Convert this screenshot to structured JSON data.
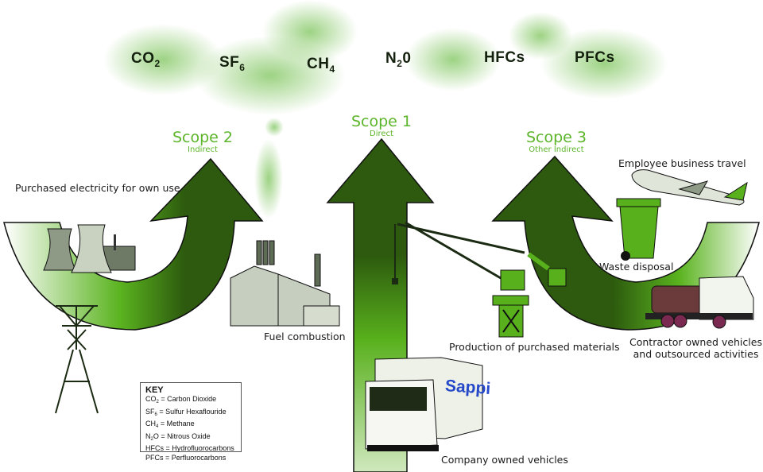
{
  "gases": [
    {
      "base": "CO",
      "sub": "2",
      "after": ""
    },
    {
      "base": "SF",
      "sub": "6",
      "after": ""
    },
    {
      "base": "CH",
      "sub": "4",
      "after": ""
    },
    {
      "base": "N",
      "sub": "2",
      "after": "0"
    },
    {
      "base": "HFCs",
      "sub": "",
      "after": ""
    },
    {
      "base": "PFCs",
      "sub": "",
      "after": ""
    }
  ],
  "scopes": [
    {
      "title": "Scope 2",
      "subtitle": "Indirect"
    },
    {
      "title": "Scope 1",
      "subtitle": "Direct"
    },
    {
      "title": "Scope 3",
      "subtitle": "Other Indirect"
    }
  ],
  "labels": {
    "purchased_electricity": "Purchased electricity for own use",
    "fuel_combustion": "Fuel combustion",
    "company_vehicles": "Company owned vehicles",
    "production_materials": "Production of purchased materials",
    "employee_travel": "Employee business travel",
    "waste_disposal": "Waste disposal",
    "contractor_line1": "Contractor owned vehicles",
    "contractor_line2": "and outsourced activities"
  },
  "truck_brand": "Sappi",
  "key": {
    "title": "KEY",
    "items": [
      {
        "base": "CO",
        "sub": "2",
        "after": "",
        "meaning": " = Carbon Dioxide"
      },
      {
        "base": "SF",
        "sub": "6",
        "after": "",
        "meaning": " = Sulfur Hexaflouride"
      },
      {
        "base": "CH",
        "sub": "4",
        "after": "",
        "meaning": " = Methane"
      },
      {
        "base": "N",
        "sub": "2",
        "after": "O",
        "meaning": " = Nitrous Oxide"
      },
      {
        "base": "HFCs",
        "sub": "",
        "after": "",
        "meaning": " = Hydrofluorocarbons"
      },
      {
        "base": "PFCs",
        "sub": "",
        "after": "",
        "meaning": " = Perfluorocarbons"
      }
    ]
  },
  "colors": {
    "arrow_dark": "#2d5a0e",
    "arrow_bright": "#58b01c",
    "scope_text": "#5cb52a",
    "cloud": "#7cc45a",
    "brand_blue": "#2649c9"
  }
}
